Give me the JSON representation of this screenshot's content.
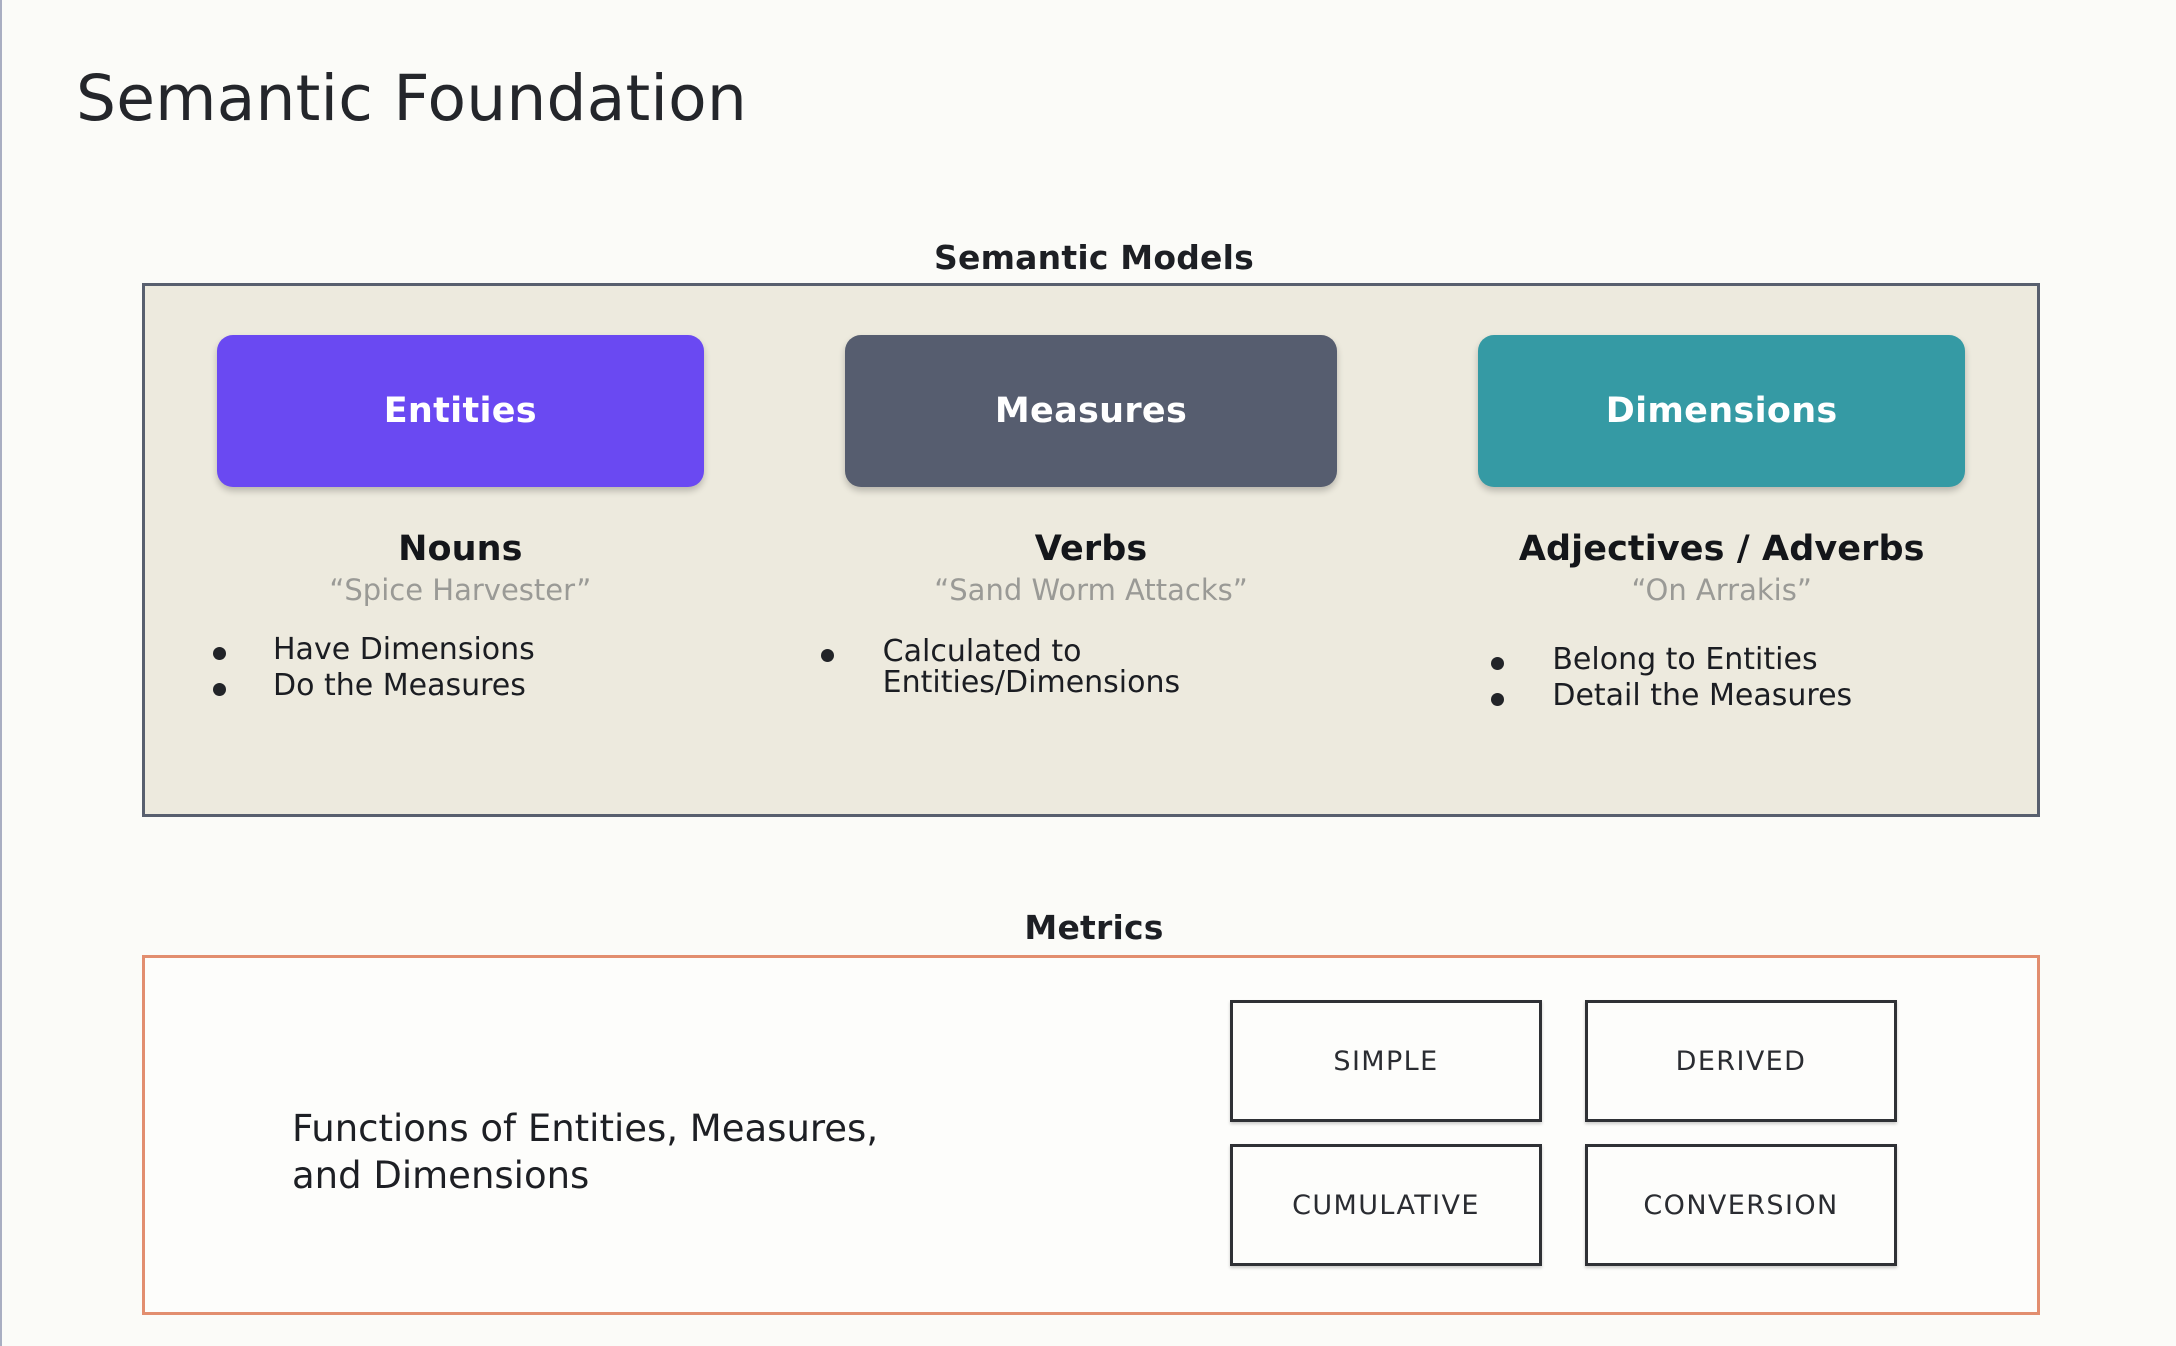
{
  "slide": {
    "title": "Semantic Foundation",
    "background_color": "#fbfbf8"
  },
  "semantic_models": {
    "header": "Semantic Models",
    "panel_background": "#edeade",
    "panel_border_color": "#585f6e",
    "columns": [
      {
        "pill_label": "Entities",
        "pill_color": "#6a49f2",
        "part_of_speech": "Nouns",
        "example": "“Spice Harvester”",
        "bullets": [
          "Have Dimensions",
          "Do the Measures"
        ]
      },
      {
        "pill_label": "Measures",
        "pill_color": "#565d6f",
        "part_of_speech": "Verbs",
        "example": "“Sand Worm Attacks”",
        "bullets": [
          "Calculated to\nEntities/Dimensions"
        ]
      },
      {
        "pill_label": "Dimensions",
        "pill_color": "#359aa4",
        "part_of_speech": "Adjectives / Adverbs",
        "example": "“On Arrakis”",
        "bullets": [
          "Belong to Entities",
          "Detail the Measures"
        ]
      }
    ]
  },
  "metrics": {
    "header": "Metrics",
    "panel_border_color": "#e28e6f",
    "description": "Functions of Entities, Measures,\nand Dimensions",
    "types": [
      "SIMPLE",
      "DERIVED",
      "CUMULATIVE",
      "CONVERSION"
    ]
  }
}
